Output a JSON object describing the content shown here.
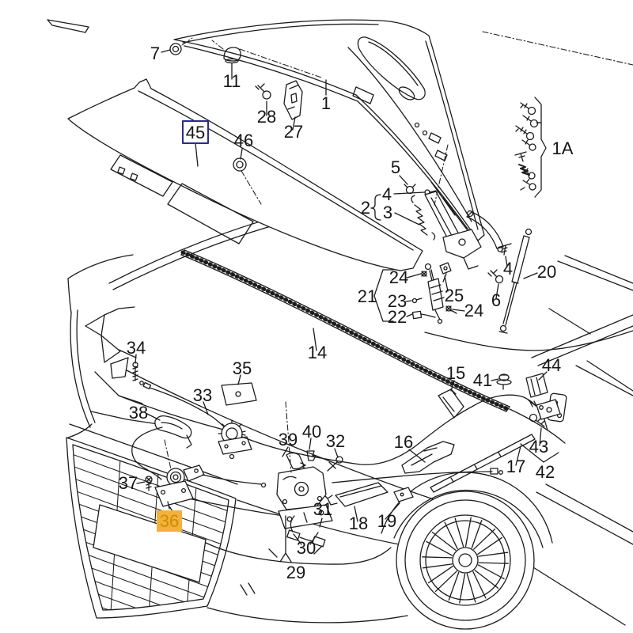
{
  "colors": {
    "background": "#ffffff",
    "line": "#1c1c1c",
    "label_text": "#161616",
    "boxed_callout_border": "#2b2b8a",
    "highlight_fill": "#f2b13d",
    "highlight_text": "#d08c00"
  },
  "callouts": {
    "boxed_label": "45",
    "highlighted_label": "36"
  },
  "labels": [
    {
      "id": "7",
      "text": "7"
    },
    {
      "id": "11",
      "text": "11"
    },
    {
      "id": "28",
      "text": "28"
    },
    {
      "id": "27",
      "text": "27"
    },
    {
      "id": "1",
      "text": "1"
    },
    {
      "id": "1A",
      "text": "1A"
    },
    {
      "id": "45",
      "text": "45"
    },
    {
      "id": "46",
      "text": "46"
    },
    {
      "id": "5",
      "text": "5"
    },
    {
      "id": "4a",
      "text": "4"
    },
    {
      "id": "2",
      "text": "2"
    },
    {
      "id": "3",
      "text": "3"
    },
    {
      "id": "20",
      "text": "20"
    },
    {
      "id": "24a",
      "text": "24"
    },
    {
      "id": "21",
      "text": "21"
    },
    {
      "id": "23",
      "text": "23"
    },
    {
      "id": "22",
      "text": "22"
    },
    {
      "id": "25",
      "text": "25"
    },
    {
      "id": "24b",
      "text": "24"
    },
    {
      "id": "4b",
      "text": "4"
    },
    {
      "id": "6",
      "text": "6"
    },
    {
      "id": "14",
      "text": "14"
    },
    {
      "id": "34",
      "text": "34"
    },
    {
      "id": "35",
      "text": "35"
    },
    {
      "id": "33",
      "text": "33"
    },
    {
      "id": "38",
      "text": "38"
    },
    {
      "id": "15",
      "text": "15"
    },
    {
      "id": "41",
      "text": "41"
    },
    {
      "id": "44",
      "text": "44"
    },
    {
      "id": "40",
      "text": "40"
    },
    {
      "id": "39",
      "text": "39"
    },
    {
      "id": "32",
      "text": "32"
    },
    {
      "id": "16",
      "text": "16"
    },
    {
      "id": "43",
      "text": "43"
    },
    {
      "id": "17",
      "text": "17"
    },
    {
      "id": "42",
      "text": "42"
    },
    {
      "id": "37",
      "text": "37"
    },
    {
      "id": "36",
      "text": "36"
    },
    {
      "id": "18",
      "text": "18"
    },
    {
      "id": "19",
      "text": "19"
    },
    {
      "id": "31",
      "text": "31"
    },
    {
      "id": "30",
      "text": "30"
    },
    {
      "id": "29",
      "text": "29"
    }
  ]
}
